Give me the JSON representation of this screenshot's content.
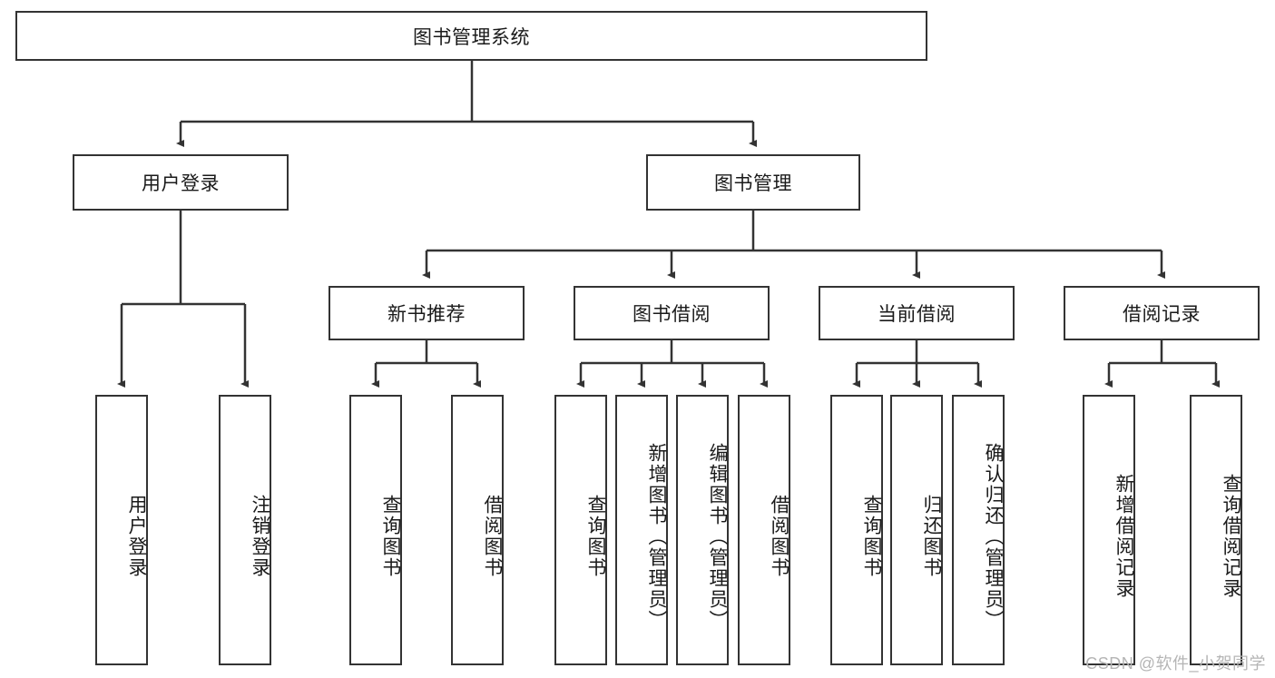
{
  "diagram": {
    "title": "图书管理系统",
    "type": "tree-hierarchy",
    "root": {
      "id": "root",
      "label": "图书管理系统",
      "orientation": "horizontal"
    },
    "level2": [
      {
        "id": "user-login",
        "label": "用户登录",
        "orientation": "horizontal"
      },
      {
        "id": "book-manage",
        "label": "图书管理",
        "orientation": "horizontal"
      }
    ],
    "level3": [
      {
        "id": "new-book-recommend",
        "label": "新书推荐",
        "orientation": "horizontal",
        "parent": "book-manage"
      },
      {
        "id": "book-borrow",
        "label": "图书借阅",
        "orientation": "horizontal",
        "parent": "book-manage"
      },
      {
        "id": "current-borrow",
        "label": "当前借阅",
        "orientation": "horizontal",
        "parent": "book-manage"
      },
      {
        "id": "borrow-record",
        "label": "借阅记录",
        "orientation": "horizontal",
        "parent": "book-manage"
      }
    ],
    "leaves": [
      {
        "id": "leaf-user-login",
        "label": "用户登录",
        "orientation": "vertical",
        "parent": "user-login"
      },
      {
        "id": "leaf-logout-login",
        "label": "注销登录",
        "orientation": "vertical",
        "parent": "user-login"
      },
      {
        "id": "leaf-query-book-1",
        "label": "查询图书",
        "orientation": "vertical",
        "parent": "new-book-recommend"
      },
      {
        "id": "leaf-borrow-book-1",
        "label": "借阅图书",
        "orientation": "vertical",
        "parent": "new-book-recommend"
      },
      {
        "id": "leaf-query-book-2",
        "label": "查询图书",
        "orientation": "vertical",
        "parent": "book-borrow"
      },
      {
        "id": "leaf-add-book",
        "label": "新增图书（管理员）",
        "orientation": "vertical",
        "parent": "book-borrow"
      },
      {
        "id": "leaf-edit-book",
        "label": "编辑图书（管理员）",
        "orientation": "vertical",
        "parent": "book-borrow"
      },
      {
        "id": "leaf-borrow-book-2",
        "label": "借阅图书",
        "orientation": "vertical",
        "parent": "book-borrow"
      },
      {
        "id": "leaf-query-book-3",
        "label": "查询图书",
        "orientation": "vertical",
        "parent": "current-borrow"
      },
      {
        "id": "leaf-return-book",
        "label": "归还图书",
        "orientation": "vertical",
        "parent": "current-borrow"
      },
      {
        "id": "leaf-confirm-return",
        "label": "确认归还（管理员）",
        "orientation": "vertical",
        "parent": "current-borrow"
      },
      {
        "id": "leaf-add-record",
        "label": "新增借阅记录",
        "orientation": "vertical",
        "parent": "borrow-record"
      },
      {
        "id": "leaf-query-record",
        "label": "查询借阅记录",
        "orientation": "vertical",
        "parent": "borrow-record"
      }
    ],
    "colors": {
      "stroke": "#333333",
      "background": "#ffffff",
      "text": "#1a1a1a",
      "watermark": "#b5b5b5"
    }
  },
  "watermark": {
    "text": "CSDN @软件_小贺同学"
  }
}
